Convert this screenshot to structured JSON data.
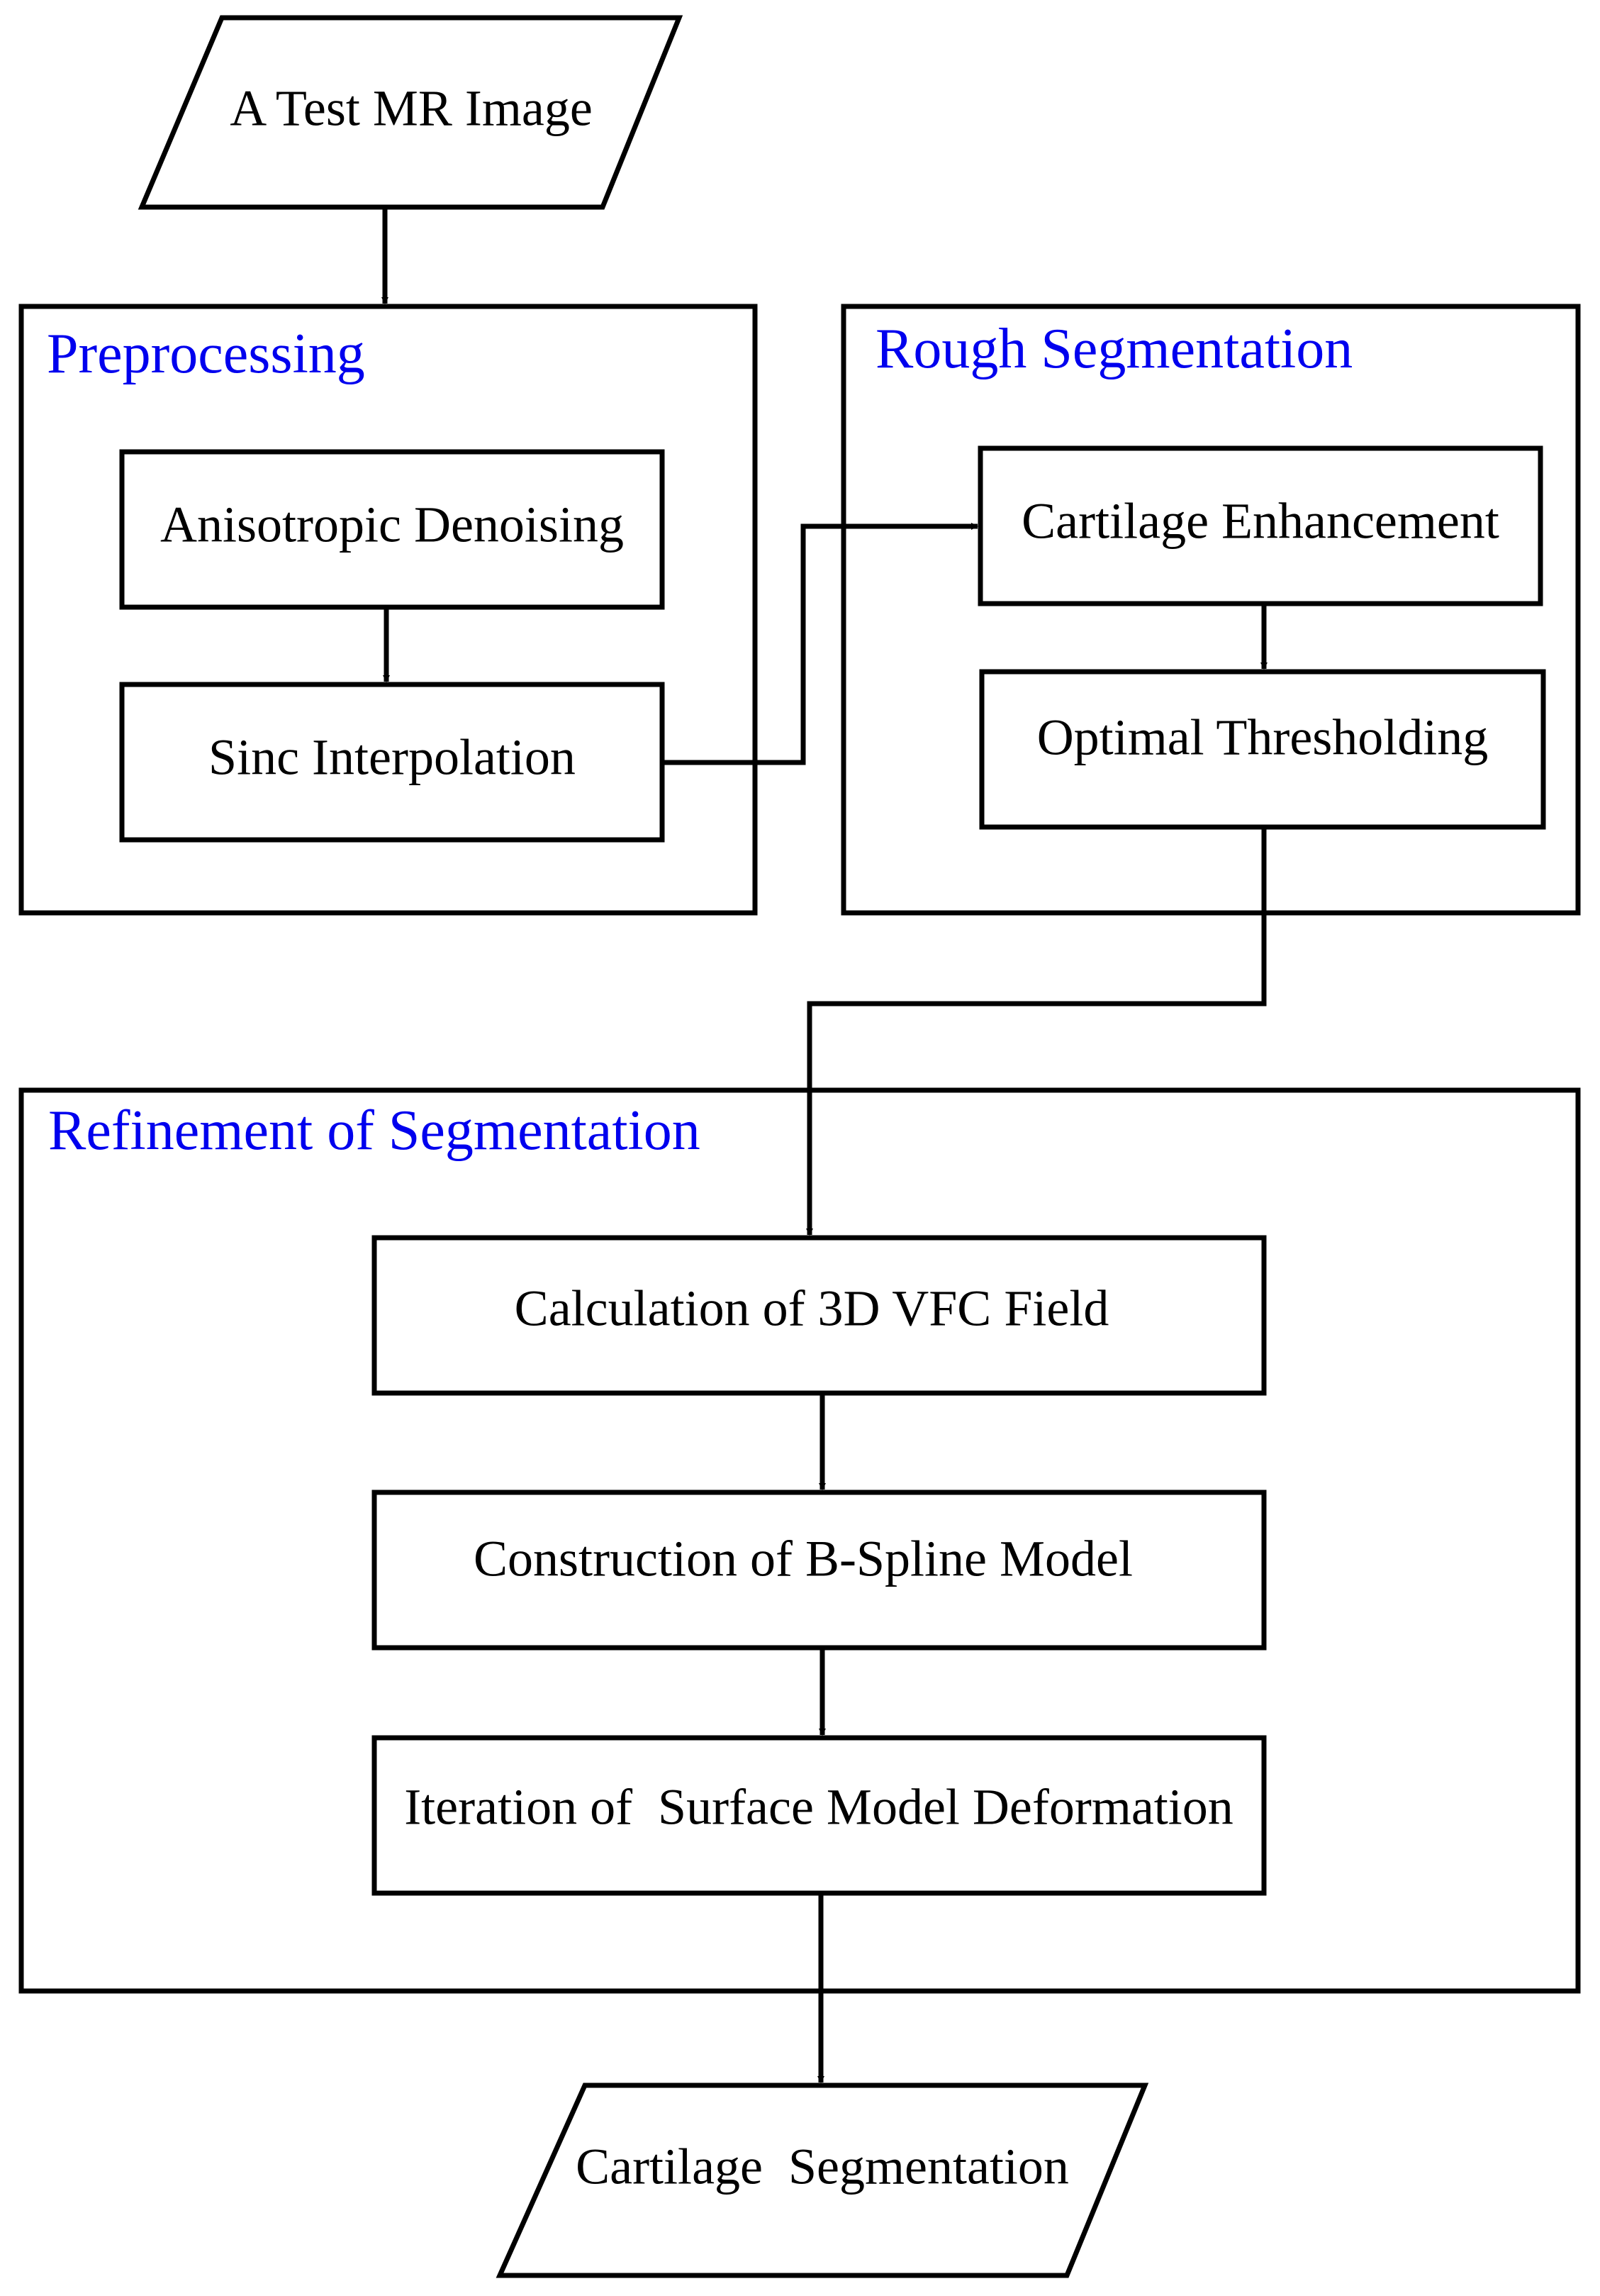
{
  "colors": {
    "stroke": "#000000",
    "group_label": "#0000ee",
    "background": "#ffffff"
  },
  "io": {
    "input": "A Test MR Image",
    "output": "Cartilage  Segmentation"
  },
  "groups": {
    "preprocessing": {
      "title": "Preprocessing",
      "steps": [
        "Anisotropic Denoising",
        "Sinc Interpolation"
      ]
    },
    "rough": {
      "title": "Rough Segmentation",
      "steps": [
        "Cartilage Enhancement",
        "Optimal Thresholding"
      ]
    },
    "refinement": {
      "title": "Refinement of Segmentation",
      "steps": [
        "Calculation of 3D VFC Field",
        "Construction of B-Spline Model",
        "Iteration of  Surface Model Deformation"
      ]
    }
  }
}
